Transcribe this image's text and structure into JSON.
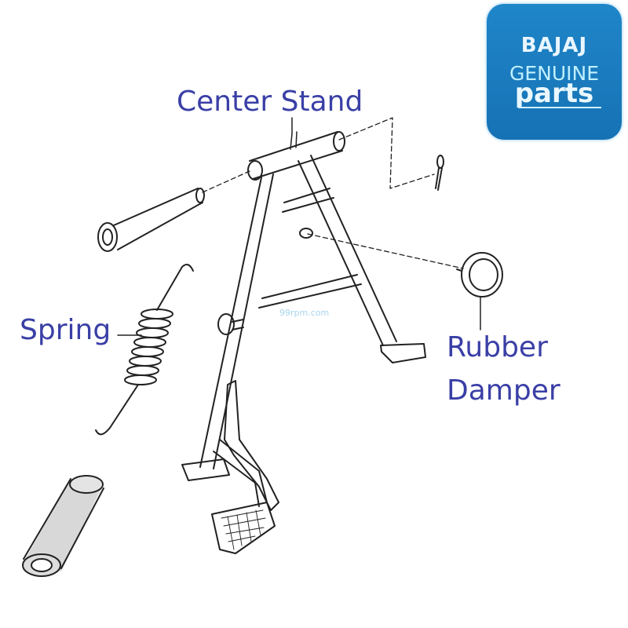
{
  "labels": {
    "center_stand": "Center Stand",
    "spring": "Spring",
    "rubber_damper_line1": "Rubber",
    "rubber_damper_line2": "Damper"
  },
  "logo": {
    "brand": "BAJAJ",
    "line2": "GENUINE",
    "line3": "parts",
    "color": "#1a7cc0"
  },
  "watermark": "99rpm.com",
  "label_color": "#3a3fa6"
}
